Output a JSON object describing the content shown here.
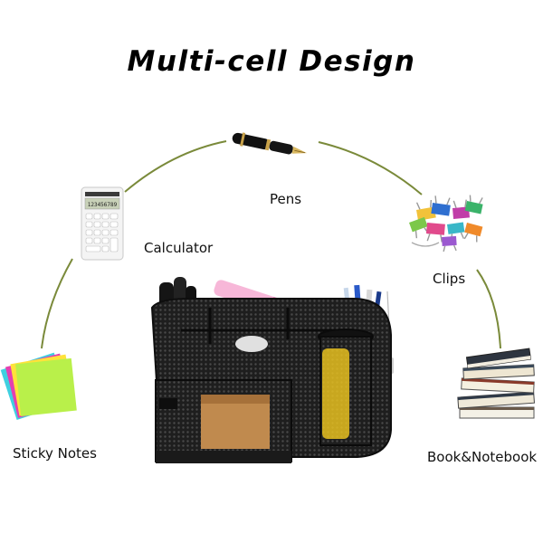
{
  "title": "Multi-cell Design",
  "labels": {
    "pens": "Pens",
    "calculator": "Calculator",
    "clips": "Clips",
    "sticky_notes": "Sticky Notes",
    "book_notebook": "Book&Notebook"
  },
  "colors": {
    "arc": "#7a8a3a",
    "organizer": "#1c1c1c"
  },
  "calculator_display": "123456789"
}
